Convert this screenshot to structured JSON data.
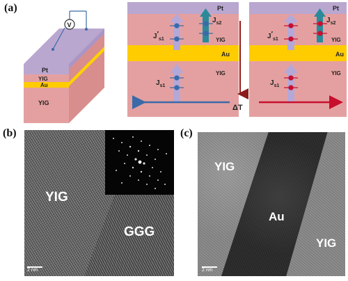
{
  "panel_a": {
    "label": "(a)",
    "block": {
      "layers": [
        "Pt",
        "YIG",
        "Au",
        "YIG"
      ],
      "voltmeter": "V"
    },
    "stack_left": {
      "layers": [
        "Pt",
        "YIG",
        "Au",
        "YIG"
      ],
      "js2": "J",
      "js2_sub": "s2",
      "js1p": "J",
      "js1p_prime": "′",
      "js1p_sub": "s1",
      "js1": "J",
      "js1_sub": "s1"
    },
    "stack_right": {
      "layers": [
        "Pt",
        "YIG",
        "Au",
        "YIG"
      ],
      "js2": "J",
      "js2_sub": "s2",
      "js1p": "J",
      "js1p_prime": "′",
      "js1p_sub": "s1",
      "js1": "J",
      "js1_sub": "s1"
    },
    "delta_t": "ΔT",
    "colors": {
      "pt": "#b9a7d0",
      "yig": "#e4a0a0",
      "au": "#ffcc00",
      "blue": "#3a6aa8",
      "red": "#c8102e",
      "teal": "#2a8a9a",
      "lavender": "#b4a8d8"
    }
  },
  "panel_b": {
    "label": "(b)",
    "yig": "YIG",
    "ggg": "GGG",
    "scale": "2 nm"
  },
  "panel_c": {
    "label": "(c)",
    "yig_left": "YIG",
    "au": "Au",
    "yig_right": "YIG",
    "scale": "2 nm"
  }
}
